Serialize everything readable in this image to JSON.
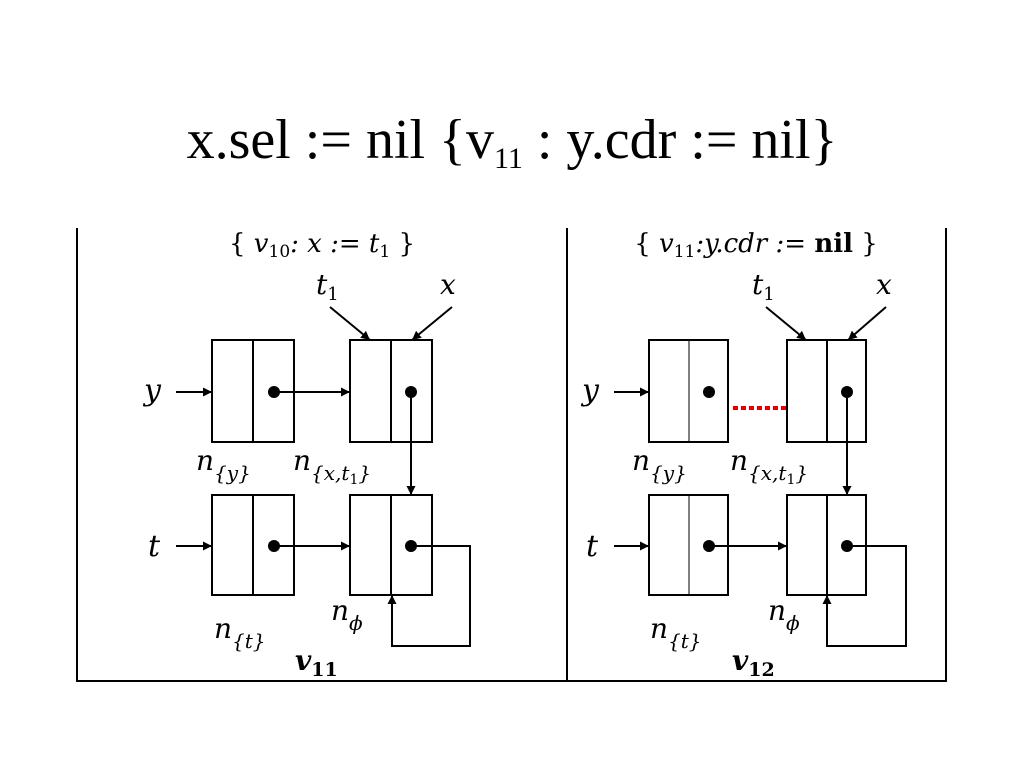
{
  "title": {
    "main": "x.sel := nil {v",
    "sub": "11",
    "rest": " : y.cdr := nil}"
  },
  "left_panel": {
    "header": {
      "open": "{ ",
      "var": "v",
      "var_sub": "10",
      "stmt": ": x := t",
      "stmt_sub": "1",
      "close": " }"
    },
    "pointers": {
      "t1": "t",
      "t1_sub": "1",
      "x": "x",
      "y": "y",
      "t": "t"
    },
    "nodes": {
      "ny": {
        "base": "n",
        "sub": "{y}"
      },
      "nxt1": {
        "base": "n",
        "sub": "{x,t",
        "sub2": "1",
        "sub3": "}"
      },
      "nt": {
        "base": "n",
        "sub": "{t}"
      },
      "nphi": {
        "base": "n",
        "sub": "ϕ"
      }
    },
    "caption": {
      "base": "v",
      "sub": "11"
    }
  },
  "right_panel": {
    "header": {
      "open": "{ ",
      "var": "v",
      "var_sub": "11",
      "stmt": ":y.cdr := ",
      "nil": "nil",
      "close": " }"
    },
    "pointers": {
      "t1": "t",
      "t1_sub": "1",
      "x": "x",
      "y": "y",
      "t": "t"
    },
    "nodes": {
      "ny": {
        "base": "n",
        "sub": "{y}"
      },
      "nxt1": {
        "base": "n",
        "sub": "{x,t",
        "sub2": "1",
        "sub3": "}"
      },
      "nt": {
        "base": "n",
        "sub": "{t}"
      },
      "nphi": {
        "base": "n",
        "sub": "ϕ"
      }
    },
    "caption": {
      "base": "v",
      "sub": "12"
    }
  },
  "colors": {
    "removed_edge": "#e00000",
    "ink": "#000000"
  }
}
